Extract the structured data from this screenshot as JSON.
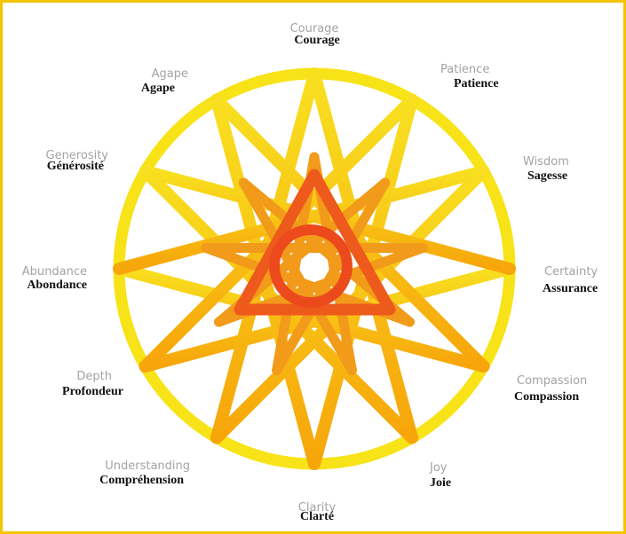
{
  "colors": {
    "border": "#f5c400",
    "ring": "#f7e317",
    "outer_star_light": "#f8e020",
    "outer_star_dark": "#f7a50a",
    "inner_nonagon": "#f29a1a",
    "triangle": "#ee5a1c",
    "center_circle": "#ec4a1c",
    "label_english": "#a3a3a3",
    "label_french": "#111111"
  },
  "labels": [
    {
      "id": "courage",
      "en": "Courage",
      "fr": "Courage"
    },
    {
      "id": "patience",
      "en": "Patience",
      "fr": "Patience"
    },
    {
      "id": "wisdom",
      "en": "Wisdom",
      "fr": "Sagesse"
    },
    {
      "id": "certainty",
      "en": "Certainty",
      "fr": "Assurance"
    },
    {
      "id": "compassion",
      "en": "Compassion",
      "fr": "Compassion"
    },
    {
      "id": "joy",
      "en": "Joy",
      "fr": "Joie"
    },
    {
      "id": "clarity",
      "en": "Clarity",
      "fr": "Clarté"
    },
    {
      "id": "understanding",
      "en": "Understanding",
      "fr": "Compréhension"
    },
    {
      "id": "depth",
      "en": "Depth",
      "fr": "Profondeur"
    },
    {
      "id": "abundance",
      "en": "Abundance",
      "fr": "Abondance"
    },
    {
      "id": "generosity",
      "en": "Generosity",
      "fr": "Générosité"
    },
    {
      "id": "agape",
      "en": "Agape",
      "fr": "Agape"
    }
  ]
}
